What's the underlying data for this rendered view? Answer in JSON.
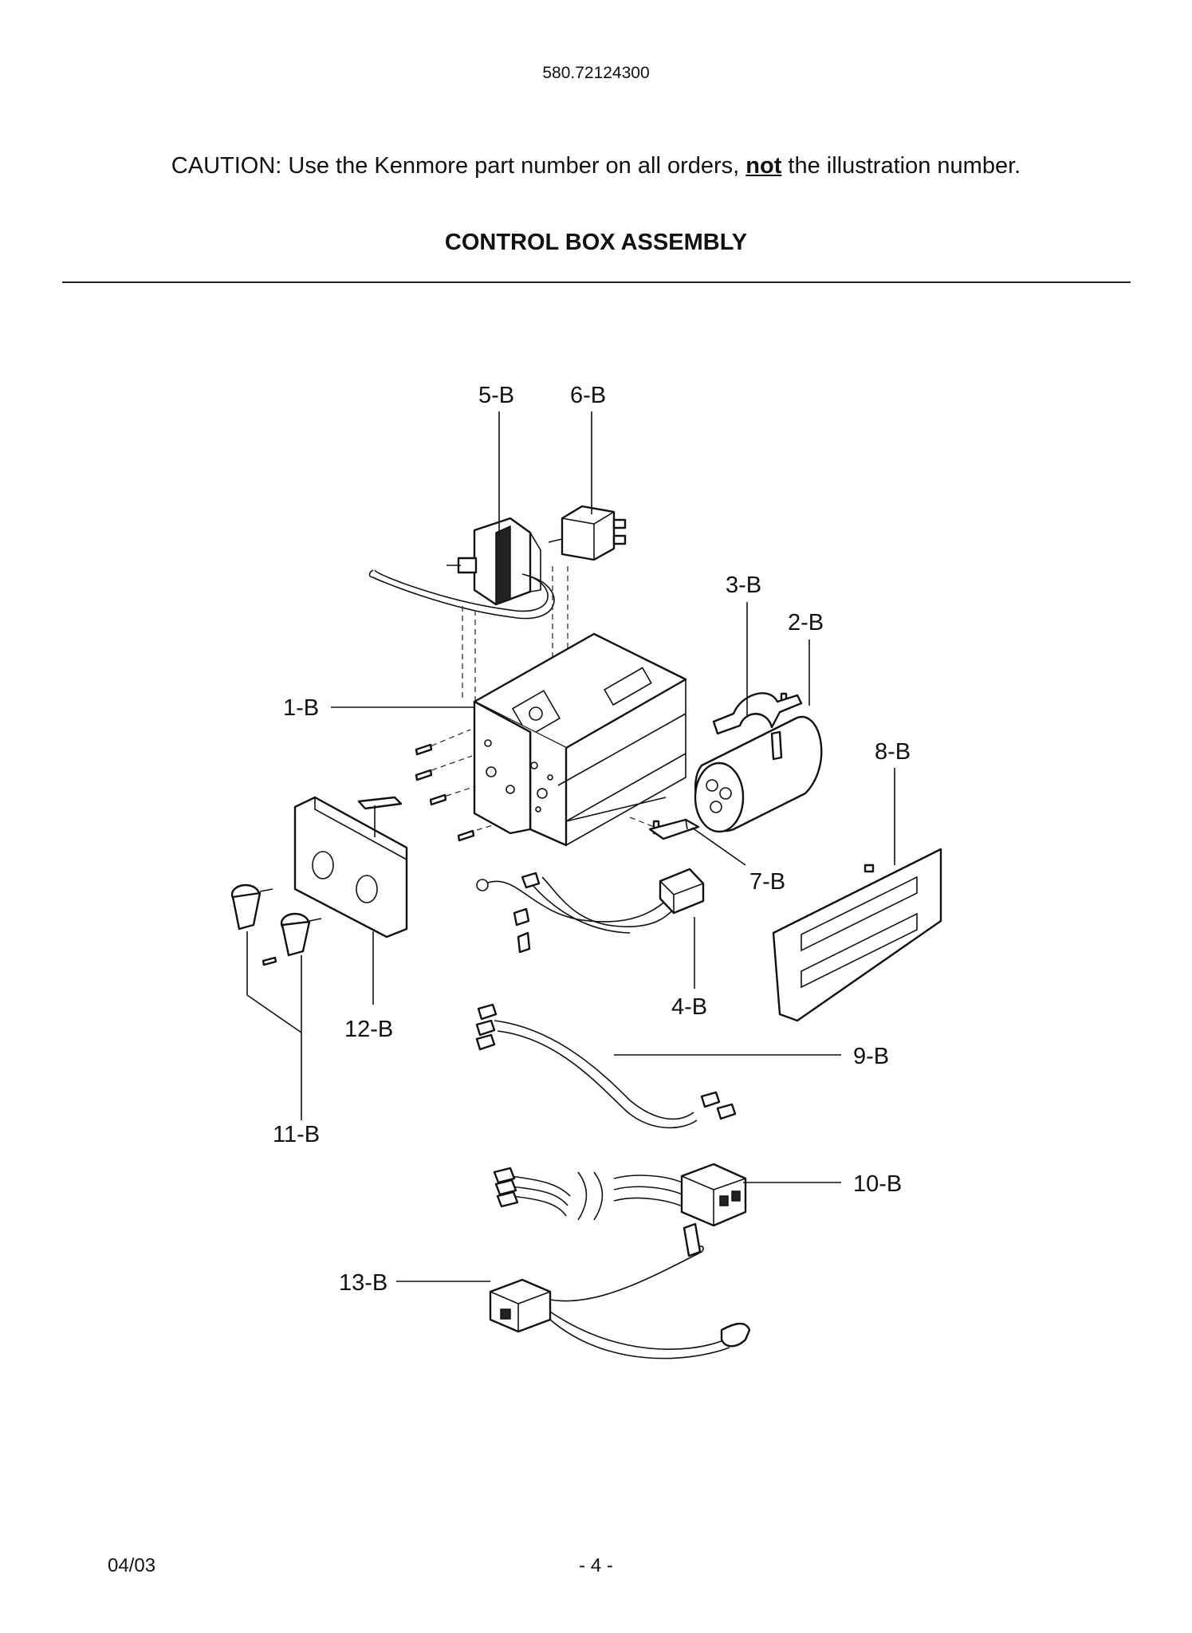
{
  "header": {
    "model_number": "580.72124300",
    "caution_prefix": "CAUTION: Use the Kenmore part number on all orders, ",
    "caution_emphasis": "not",
    "caution_suffix": " the illustration number.",
    "title": "CONTROL BOX ASSEMBLY"
  },
  "parts": [
    {
      "ref": "1-B"
    },
    {
      "ref": "2-B"
    },
    {
      "ref": "3-B"
    },
    {
      "ref": "4-B"
    },
    {
      "ref": "5-B"
    },
    {
      "ref": "6-B"
    },
    {
      "ref": "7-B"
    },
    {
      "ref": "8-B"
    },
    {
      "ref": "9-B"
    },
    {
      "ref": "10-B"
    },
    {
      "ref": "11-B"
    },
    {
      "ref": "12-B"
    },
    {
      "ref": "13-B"
    }
  ],
  "footer": {
    "date": "04/03",
    "page": "- 4 -"
  }
}
